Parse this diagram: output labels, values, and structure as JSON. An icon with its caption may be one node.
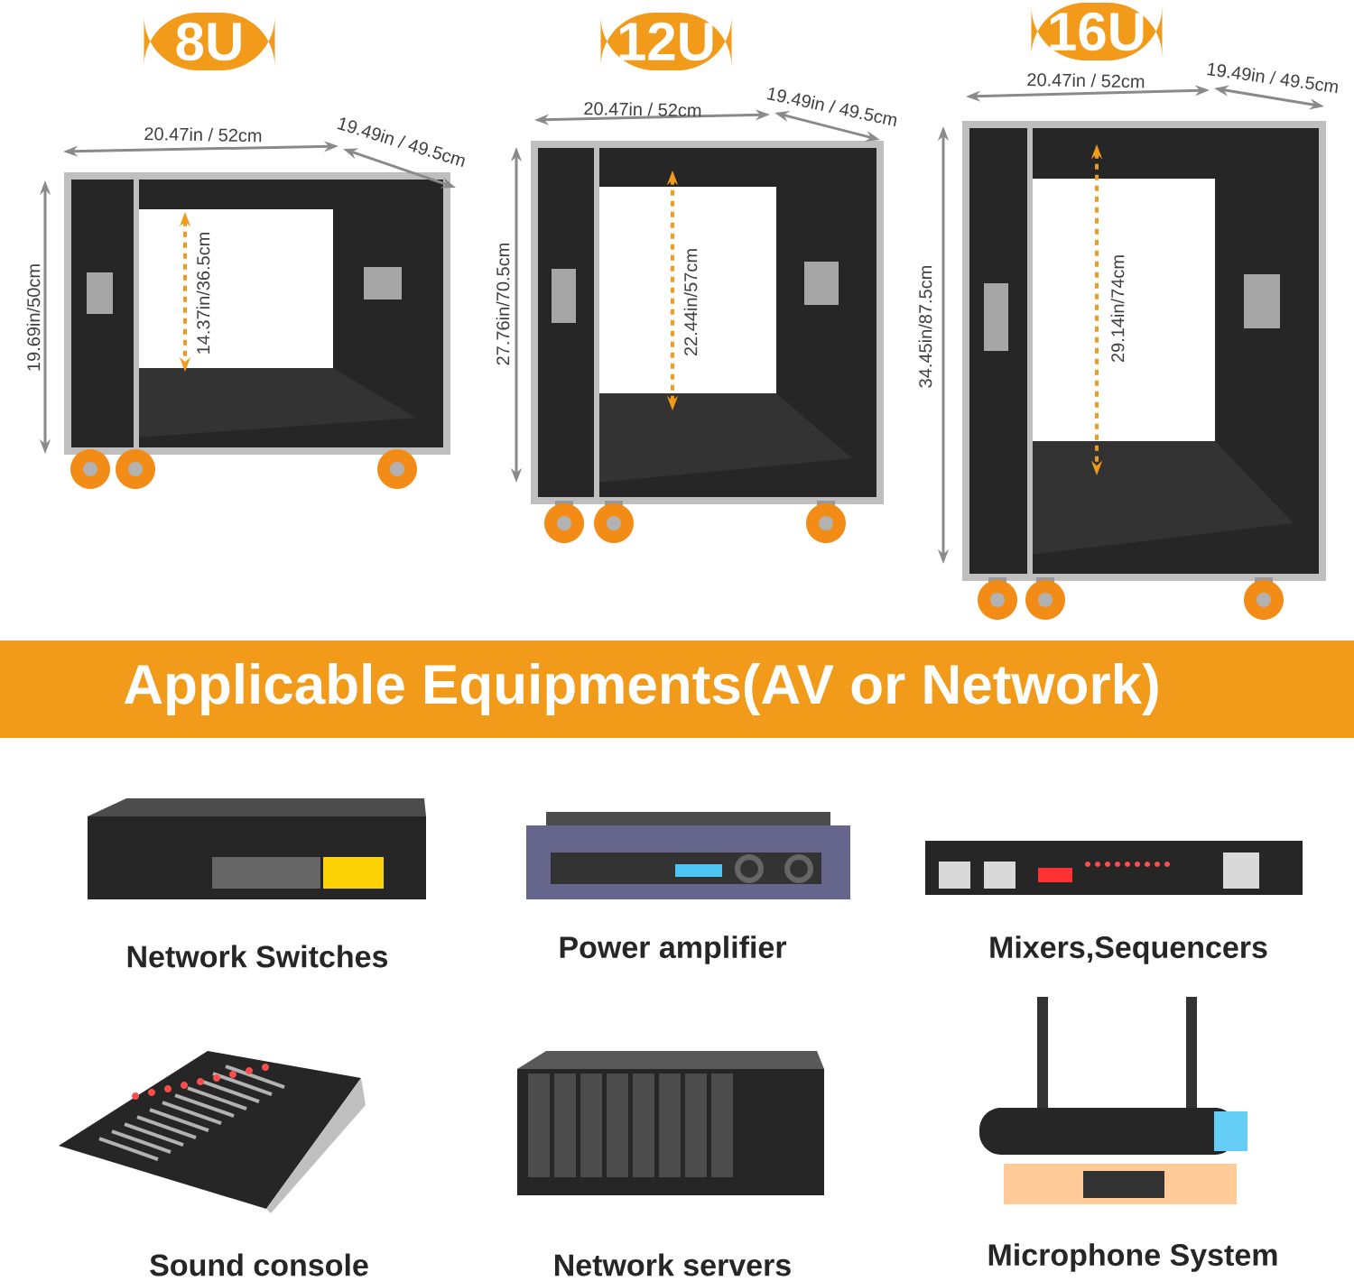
{
  "diagram": {
    "title": "Applicable Equipments(AV or Network)",
    "nodes": [
      {
        "text": [
          "8U"
        ]
      },
      {
        "text": [
          "12U"
        ]
      },
      {
        "text": [
          "16U"
        ]
      }
    ],
    "labels": [
      "20.47in / 52cm",
      "19.49in / 49.5cm",
      "19.69in/50cm",
      "14.37in/36.5cm",
      "20.47in / 52cm",
      "19.49in / 49.5cm",
      "27.76in/70.5cm",
      "22.44in/57cm",
      "20.47in / 52cm",
      "19.49in / 49.5cm",
      "34.45in/87.5cm",
      "29.14in/74cm",
      "Network Switches",
      "Power amplifier",
      "Mixers,Sequencers",
      "Sound console",
      "Network servers",
      "Microphone System"
    ]
  }
}
